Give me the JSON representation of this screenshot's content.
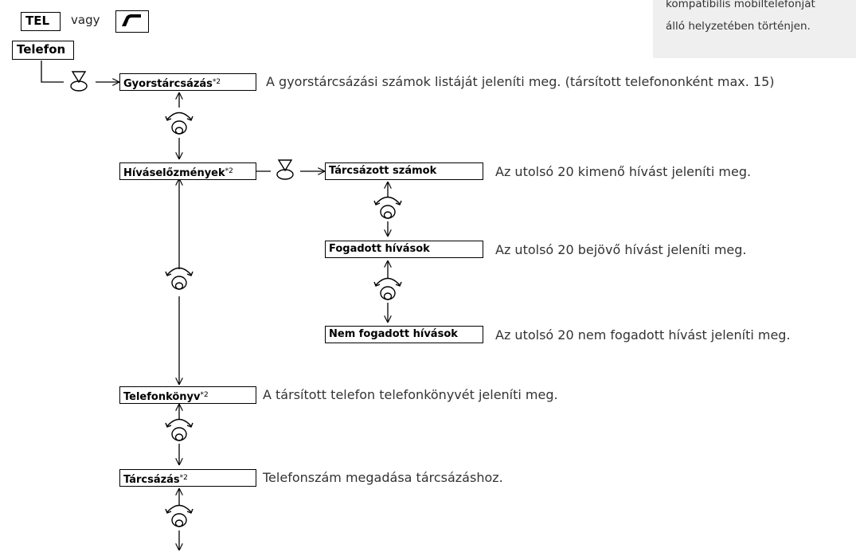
{
  "note": {
    "line1": "kompatibilis mobiltelefonját",
    "line2": "álló helyzetében történjen."
  },
  "header": {
    "tel_key": "TEL",
    "or_text": "vagy",
    "phone_button_icon": "phone-handset-icon",
    "telefon_key": "Telefon"
  },
  "menu": {
    "speed_dial": {
      "label": "Gyorstárcsázás",
      "footnote": "*2",
      "description": "A gyorstárcsázási számok listáját jeleníti meg. (társított telefononként max. 15)"
    },
    "call_history": {
      "label": "Híváselőzmények",
      "footnote": "*2"
    },
    "dialed": {
      "label": "Tárcsázott számok",
      "description": "Az utolsó 20 kimenő hívást jeleníti meg."
    },
    "received": {
      "label": "Fogadott hívások",
      "description": "Az utolsó 20 bejövő hívást jeleníti meg."
    },
    "missed": {
      "label": "Nem fogadott hívások",
      "description": "Az utolsó 20 nem fogadott hívást jeleníti meg."
    },
    "phonebook": {
      "label": "Telefonkönyv",
      "footnote": "*2",
      "description": "A társított telefon telefonkönyvét jeleníti meg."
    },
    "dial": {
      "label": "Tárcsázás",
      "footnote": "*2",
      "description": "Telefonszám megadása tárcsázáshoz."
    }
  },
  "icons": {
    "press": "press-knob-icon",
    "rotate": "rotate-knob-icon"
  }
}
